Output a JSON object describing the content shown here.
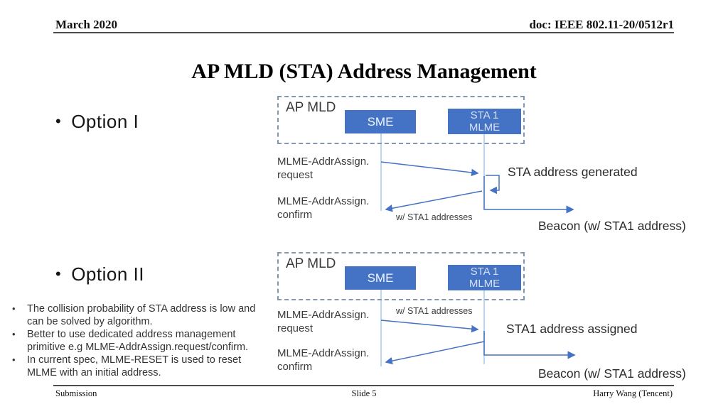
{
  "header": {
    "date": "March 2020",
    "doc": "doc: IEEE 802.11-20/0512r1"
  },
  "title": "AP MLD (STA) Address Management",
  "bullet_glyph": "•",
  "options": [
    {
      "label": "Option I"
    },
    {
      "label": "Option II"
    }
  ],
  "notes": [
    {
      "text": "The collision probability of STA address is low and can be solved by algorithm."
    },
    {
      "text": "Better to use dedicated address management primitive e.g MLME-AddrAssign.request/confirm."
    },
    {
      "text": "In current spec, MLME-RESET is used to reset MLME with an initial address."
    }
  ],
  "diagrams": [
    {
      "container_label": "AP MLD",
      "sme_label": "SME",
      "sta_label": "STA 1\nMLME",
      "request_label": "MLME-AddrAssign.\nrequest",
      "confirm_label": "MLME-AddrAssign.\nconfirm",
      "addresses_note": "w/ STA1 addresses",
      "event_label": "STA address generated",
      "beacon_label": "Beacon (w/ STA1 address)"
    },
    {
      "container_label": "AP MLD",
      "sme_label": "SME",
      "sta_label": "STA 1\nMLME",
      "request_label": "MLME-AddrAssign.\nrequest",
      "confirm_label": "MLME-AddrAssign.\nconfirm",
      "addresses_note": "w/ STA1 addresses",
      "event_label": "STA1 address assigned",
      "beacon_label": "Beacon (w/ STA1 address)"
    }
  ],
  "footer": {
    "left": "Submission",
    "center": "Slide 5",
    "right": "Harry Wang (Tencent)"
  },
  "colors": {
    "node_blue": "#4472C4",
    "arrow_blue": "#4472C4",
    "lifeline_blue": "#A9C7E9",
    "dashed_border": "#8496B0",
    "rule_gray": "#4d4d4d"
  }
}
